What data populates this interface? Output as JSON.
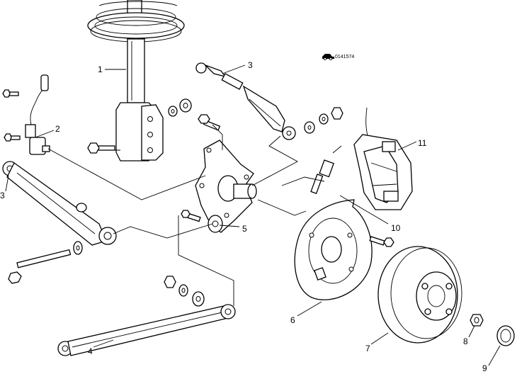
{
  "reference_code": "0141574",
  "callouts": {
    "c1": "1",
    "c2": "2",
    "c3_left": "3",
    "c3_top": "3",
    "c4": "4",
    "c5": "5",
    "c6": "6",
    "c7": "7",
    "c8": "8",
    "c9": "9",
    "c10": "10",
    "c11": "11"
  },
  "colors": {
    "line": "#000000",
    "background": "#ffffff"
  },
  "icons": {
    "reference_mark": "car-icon"
  }
}
